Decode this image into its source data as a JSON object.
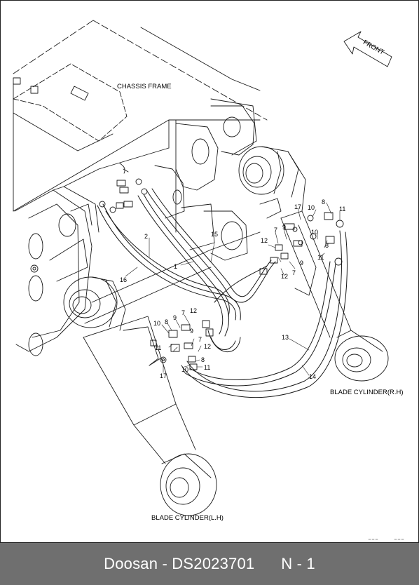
{
  "diagram": {
    "labels": {
      "chassis_frame": "CHASSIS FRAME",
      "front": "FRONT",
      "blade_cylinder_rh": "BLADE CYLINDER(R.H)",
      "blade_cylinder_lh": "BLADE CYLINDER(L.H)"
    },
    "part_numbers": {
      "p1": "1",
      "p2": "2",
      "p7a": "7",
      "p7b": "7",
      "p7c": "7",
      "p7d": "7",
      "p8a": "8",
      "p8b": "8",
      "p8c": "8",
      "p8d": "8",
      "p9a": "9",
      "p9b": "9",
      "p9c": "9",
      "p9d": "9",
      "p10a": "10",
      "p10b": "10",
      "p10c": "10",
      "p10d": "10",
      "p11a": "11",
      "p11b": "11",
      "p11c": "11",
      "p11d": "11",
      "p12a": "12",
      "p12b": "12",
      "p12c": "12",
      "p12d": "12",
      "p13": "13",
      "p14": "14",
      "p15": "15",
      "p16": "16",
      "p17a": "17",
      "p17b": "17"
    }
  },
  "footer": {
    "text": "Doosan - DS2023701      N - 1"
  },
  "colors": {
    "footer_bg": "#6f6f6f",
    "footer_text": "#ffffff",
    "line": "#1a1a1a"
  }
}
